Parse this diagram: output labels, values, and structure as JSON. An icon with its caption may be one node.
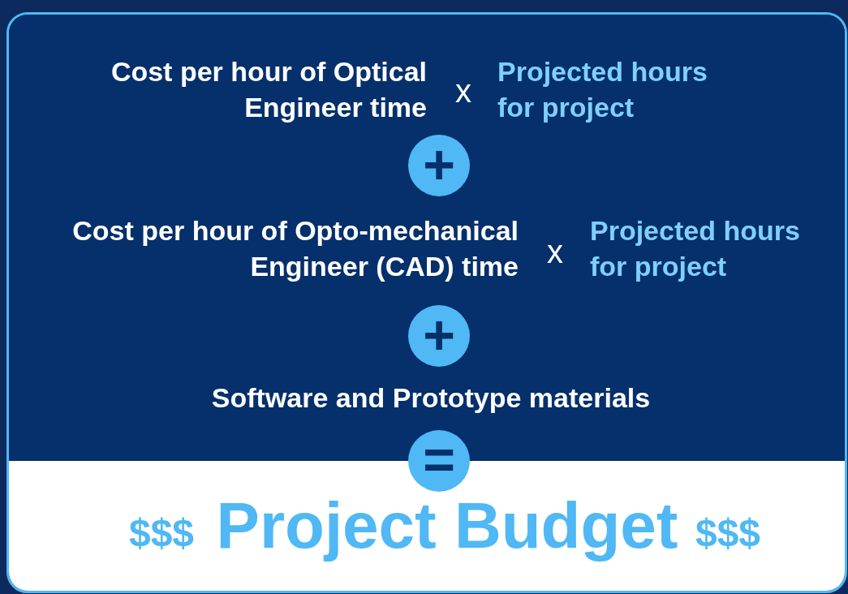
{
  "diagram": {
    "nodes": [
      {
        "text": [
          "Cost per hour of Optical Engineer time",
          "x",
          "Projected hours for project"
        ]
      },
      {
        "text": [
          "+"
        ]
      },
      {
        "text": [
          "Cost per hour of Opto-mechanical Engineer (CAD) time",
          "x",
          "Projected hours for project"
        ]
      },
      {
        "text": [
          "+"
        ]
      },
      {
        "text": [
          "Software and Prototype materials"
        ]
      },
      {
        "text": [
          "="
        ]
      },
      {
        "text": [
          "$$$",
          "Project Budget",
          "$$$"
        ]
      }
    ]
  }
}
